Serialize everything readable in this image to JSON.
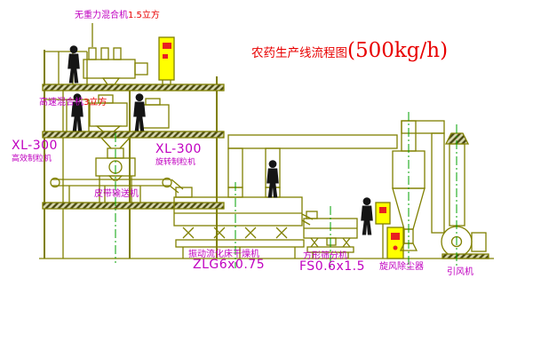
{
  "title": {
    "text": "农药生产线流程图",
    "capacity": "(500kg/h)"
  },
  "labels": {
    "gravity_mixer_name": "无重力混合机",
    "gravity_mixer_size": "1.5立方",
    "high_speed_mixer_name": "高速混合机",
    "high_speed_mixer_size": "3立方",
    "granulator_left_model": "XL-300",
    "granulator_left_name": "高效制粒机",
    "granulator_right_model": "XL-300",
    "granulator_right_name": "旋转制粒机",
    "belt_conveyor": "皮带输送机",
    "dryer_name": "振动流化床干燥机",
    "dryer_model": "ZLG6x0.75",
    "sieve_name": "方形筛分机",
    "sieve_model": "FS0.6x1.5",
    "cyclone": "旋风除尘器",
    "fan": "引风机"
  },
  "colors": {
    "line": "#808000",
    "label": "#c000c0",
    "title": "#e80000",
    "centerline": "#00a000",
    "cabinet_fill": "#ffff00",
    "accent": "#e82020",
    "figure": "#151515"
  }
}
